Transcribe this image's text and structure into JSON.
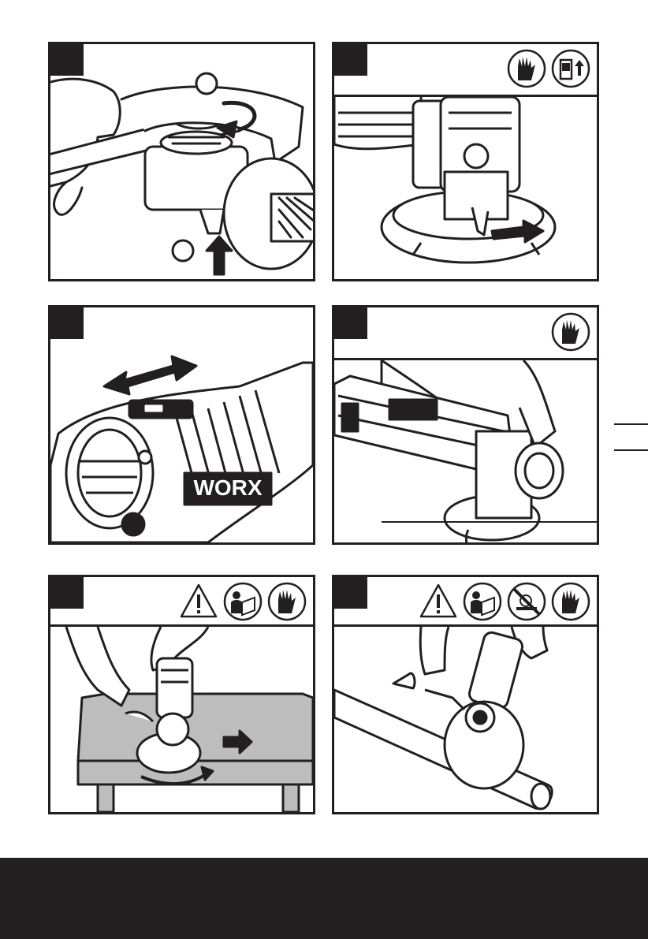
{
  "page": {
    "colors": {
      "ink": "#231f20",
      "paper": "#ffffff",
      "table": "#bdbdbd"
    },
    "brand_label": "WORX"
  },
  "panels": [
    {
      "id": 1,
      "icons": []
    },
    {
      "id": 2,
      "icons": [
        "gloves-icon",
        "battery-remove-icon"
      ]
    },
    {
      "id": 3,
      "icons": []
    },
    {
      "id": 4,
      "icons": [
        "gloves-icon"
      ]
    },
    {
      "id": 5,
      "icons": [
        "warning-icon",
        "read-manual-icon",
        "gloves-icon"
      ]
    },
    {
      "id": 6,
      "icons": [
        "warning-icon",
        "read-manual-icon",
        "no-cutting-icon",
        "gloves-icon"
      ]
    }
  ]
}
